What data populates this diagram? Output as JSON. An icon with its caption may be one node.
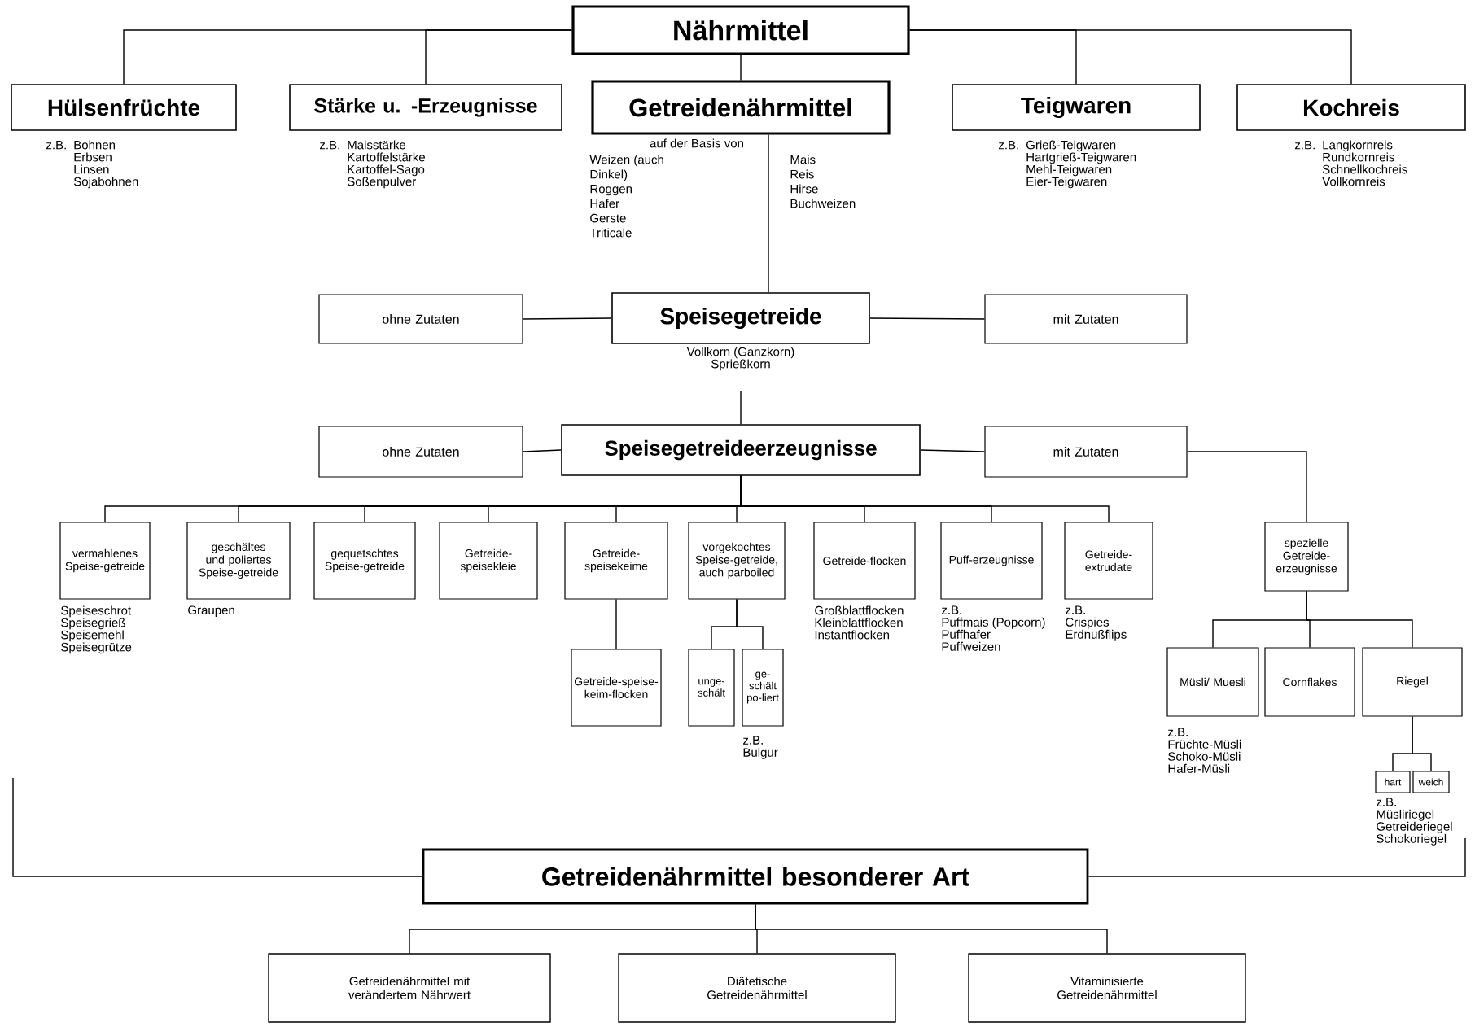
{
  "diagram": {
    "nodes": [
      {
        "text": [
          "Nährmittel"
        ]
      },
      {
        "text": [
          "Hülsenfrüchte"
        ],
        "beside": [
          "z.B.",
          "Bohnen",
          "Erbsen",
          "Linsen",
          "Sojabohnen"
        ]
      },
      {
        "text": [
          "Stärke u. -Erzeugnisse"
        ],
        "beside": [
          "z.B.",
          "Maisstärke",
          "Kartoffelstärke",
          "Kartoffel-Sago",
          "Soßenpulver"
        ]
      },
      {
        "text": [
          "Getreidenährmittel"
        ],
        "beside": [
          "auf der Basis von",
          "Weizen (auch Dinkel)",
          "Roggen",
          "Hafer",
          "Gerste",
          "Triticale",
          "Mais",
          "Reis",
          "Hirse",
          "Buchweizen"
        ]
      },
      {
        "text": [
          "Teigwaren"
        ],
        "beside": [
          "z.B.",
          "Grieß-Teigwaren",
          "Hartgrieß-Teigwaren",
          "Mehl-Teigwaren",
          "Eier-Teigwaren"
        ]
      },
      {
        "text": [
          "Kochreis"
        ],
        "beside": [
          "z.B.",
          "Langkornreis",
          "Rundkornreis",
          "Schnellkochreis",
          "Vollkornreis"
        ]
      },
      {
        "text": [
          "Speisegetreide"
        ],
        "beside": [
          "Vollkorn (Ganzkorn)",
          "Sprießkorn"
        ]
      },
      {
        "text": [
          "ohne Zutaten"
        ]
      },
      {
        "text": [
          "mit Zutaten"
        ]
      },
      {
        "text": [
          "Speisegetreideerzeugnisse"
        ]
      },
      {
        "text": [
          "ohne Zutaten"
        ]
      },
      {
        "text": [
          "mit Zutaten"
        ]
      },
      {
        "text": [
          "vermahlenes Speise-getreide"
        ],
        "beside": [
          "Speiseschrot",
          "Speisegrieß",
          "Speisemehl",
          "Speisegrütze"
        ]
      },
      {
        "text": [
          "geschältes und poliertes Speise-getreide"
        ],
        "beside": [
          "Graupen"
        ]
      },
      {
        "text": [
          "gequetschtes Speise-getreide"
        ]
      },
      {
        "text": [
          "Getreide-speisekleie"
        ]
      },
      {
        "text": [
          "Getreide-speisekeime"
        ]
      },
      {
        "text": [
          "vorgekochtes Speise-getreide, auch parboiled"
        ]
      },
      {
        "text": [
          "Getreide-flocken"
        ],
        "beside": [
          "Großblattflocken",
          "Kleinblattflocken",
          "Instantflocken"
        ]
      },
      {
        "text": [
          "Puff-erzeugnisse"
        ],
        "beside": [
          "z.B.",
          "Puffmais (Popcorn)",
          "Puffhafer",
          "Puffweizen"
        ]
      },
      {
        "text": [
          "Getreide-extrudate"
        ],
        "beside": [
          "z.B.",
          "Crispies",
          "Erdnußflips"
        ]
      },
      {
        "text": [
          "spezielle Getreide-erzeugnisse"
        ]
      },
      {
        "text": [
          "Müsli/ Muesli"
        ],
        "beside": [
          "z.B.",
          "Früchte-Müsli",
          "Schoko-Müsli",
          "Hafer-Müsli"
        ]
      },
      {
        "text": [
          "Cornflakes"
        ]
      },
      {
        "text": [
          "Riegel"
        ],
        "beside": [
          "z.B.",
          "Müsliriegel",
          "Getreideriegel",
          "Schokoriegel"
        ]
      },
      {
        "text": [
          "hart"
        ]
      },
      {
        "text": [
          "weich"
        ]
      },
      {
        "text": [
          "Getreide-speise-keim-flocken"
        ]
      },
      {
        "text": [
          "unge-schält"
        ]
      },
      {
        "text": [
          "ge-schält po-liert"
        ],
        "beside": [
          "z.B.",
          "Bulgur"
        ]
      },
      {
        "text": [
          "Getreidenährmittel besonderer Art"
        ]
      },
      {
        "text": [
          "Getreidenährmittel mit verändertem Nährwert"
        ]
      },
      {
        "text": [
          "Diätetische Getreidenährmittel"
        ]
      },
      {
        "text": [
          "Vitaminisierte Getreidenährmittel"
        ]
      }
    ],
    "edges": [
      {
        "from": 0,
        "to": 1,
        "arrow": "none"
      },
      {
        "from": 0,
        "to": 2,
        "arrow": "none"
      },
      {
        "from": 0,
        "to": 3,
        "arrow": "none"
      },
      {
        "from": 0,
        "to": 4,
        "arrow": "none"
      },
      {
        "from": 0,
        "to": 5,
        "arrow": "none"
      },
      {
        "from": 3,
        "to": 6,
        "arrow": "none"
      },
      {
        "from": 6,
        "to": 7,
        "arrow": "none"
      },
      {
        "from": 6,
        "to": 8,
        "arrow": "none"
      },
      {
        "from": 6,
        "to": 9,
        "arrow": "none"
      },
      {
        "from": 9,
        "to": 10,
        "arrow": "none"
      },
      {
        "from": 9,
        "to": 11,
        "arrow": "none"
      },
      {
        "from": 9,
        "to": 12,
        "arrow": "none"
      },
      {
        "from": 9,
        "to": 13,
        "arrow": "none"
      },
      {
        "from": 9,
        "to": 14,
        "arrow": "none"
      },
      {
        "from": 9,
        "to": 15,
        "arrow": "none"
      },
      {
        "from": 9,
        "to": 16,
        "arrow": "none"
      },
      {
        "from": 9,
        "to": 17,
        "arrow": "none"
      },
      {
        "from": 9,
        "to": 18,
        "arrow": "none"
      },
      {
        "from": 9,
        "to": 19,
        "arrow": "none"
      },
      {
        "from": 9,
        "to": 20,
        "arrow": "none"
      },
      {
        "from": 11,
        "to": 21,
        "arrow": "none"
      },
      {
        "from": 21,
        "to": 22,
        "arrow": "none"
      },
      {
        "from": 21,
        "to": 23,
        "arrow": "none"
      },
      {
        "from": 21,
        "to": 24,
        "arrow": "none"
      },
      {
        "from": 24,
        "to": 25,
        "arrow": "none"
      },
      {
        "from": 24,
        "to": 26,
        "arrow": "none"
      },
      {
        "from": 16,
        "to": 27,
        "arrow": "none"
      },
      {
        "from": 17,
        "to": 28,
        "arrow": "none"
      },
      {
        "from": 17,
        "to": 29,
        "arrow": "none"
      },
      {
        "from": 30,
        "to": 31,
        "arrow": "none"
      },
      {
        "from": 30,
        "to": 32,
        "arrow": "none"
      },
      {
        "from": 30,
        "to": 33,
        "arrow": "none"
      }
    ]
  }
}
